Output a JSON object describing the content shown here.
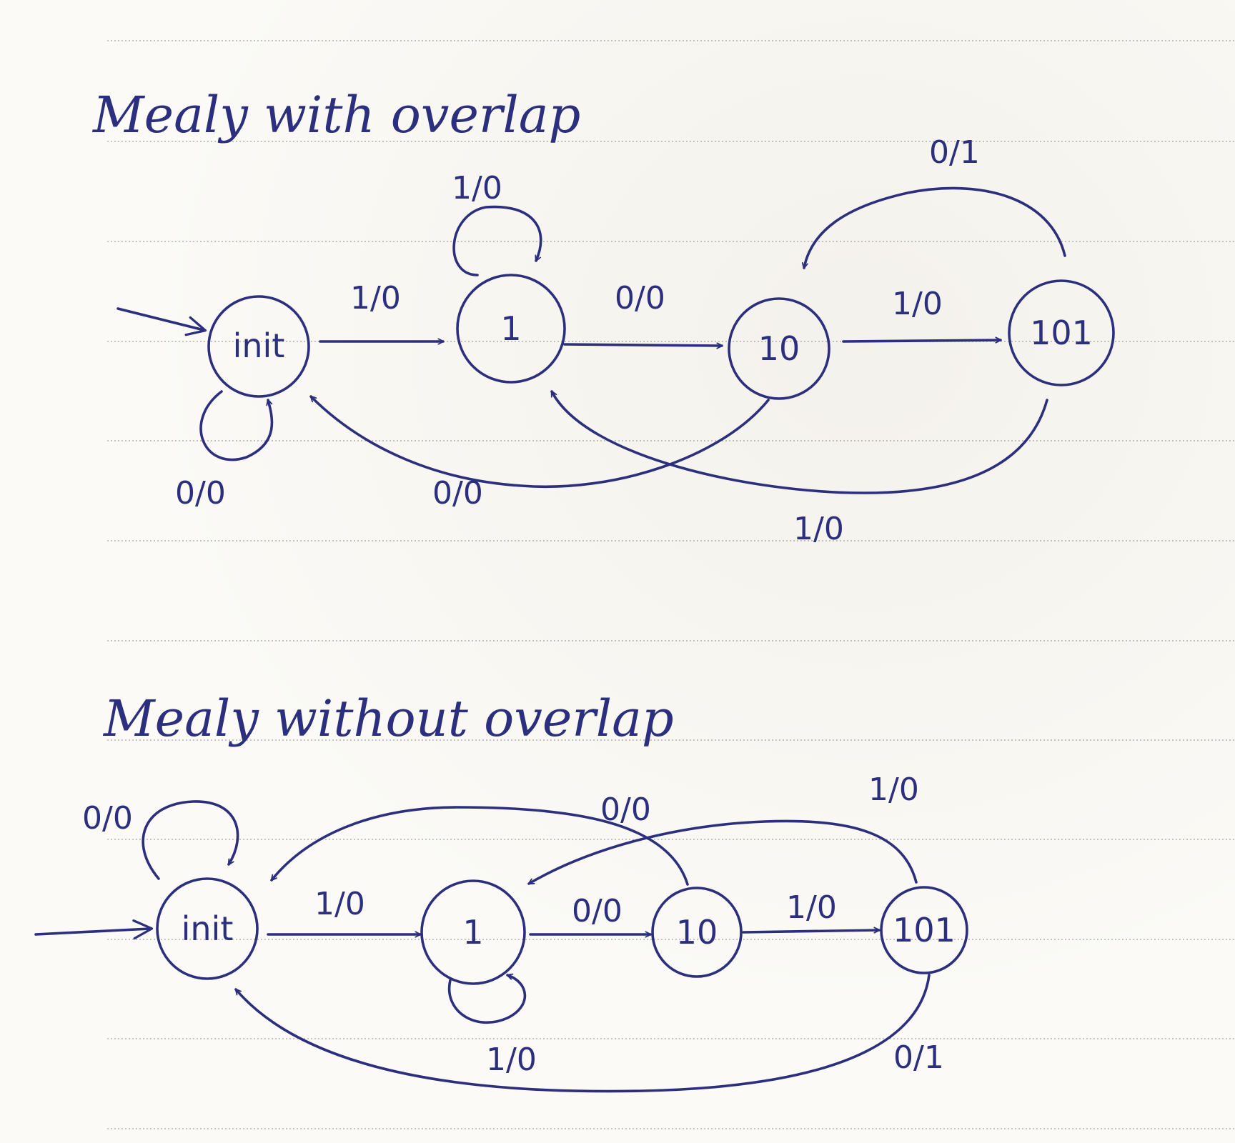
{
  "diagrams": [
    {
      "title": "Mealy with overlap",
      "states": [
        "init",
        "1",
        "10",
        "101"
      ],
      "transitions": [
        {
          "from": "init",
          "to": "init",
          "label": "0/0"
        },
        {
          "from": "init",
          "to": "1",
          "label": "1/0"
        },
        {
          "from": "1",
          "to": "1",
          "label": "1/0"
        },
        {
          "from": "1",
          "to": "10",
          "label": "0/0"
        },
        {
          "from": "10",
          "to": "101",
          "label": "1/0"
        },
        {
          "from": "10",
          "to": "init",
          "label": "0/0"
        },
        {
          "from": "101",
          "to": "10",
          "label": "0/1"
        },
        {
          "from": "101",
          "to": "1",
          "label": "1/0"
        }
      ]
    },
    {
      "title": "Mealy without overlap",
      "states": [
        "init",
        "1",
        "10",
        "101"
      ],
      "transitions": [
        {
          "from": "init",
          "to": "init",
          "label": "0/0"
        },
        {
          "from": "init",
          "to": "1",
          "label": "1/0"
        },
        {
          "from": "1",
          "to": "1",
          "label": "1/0"
        },
        {
          "from": "1",
          "to": "10",
          "label": "0/0"
        },
        {
          "from": "10",
          "to": "101",
          "label": "1/0"
        },
        {
          "from": "10",
          "to": "init",
          "label": "0/0"
        },
        {
          "from": "101",
          "to": "1",
          "label": "1/0"
        },
        {
          "from": "101",
          "to": "init",
          "label": "0/1"
        }
      ]
    }
  ]
}
